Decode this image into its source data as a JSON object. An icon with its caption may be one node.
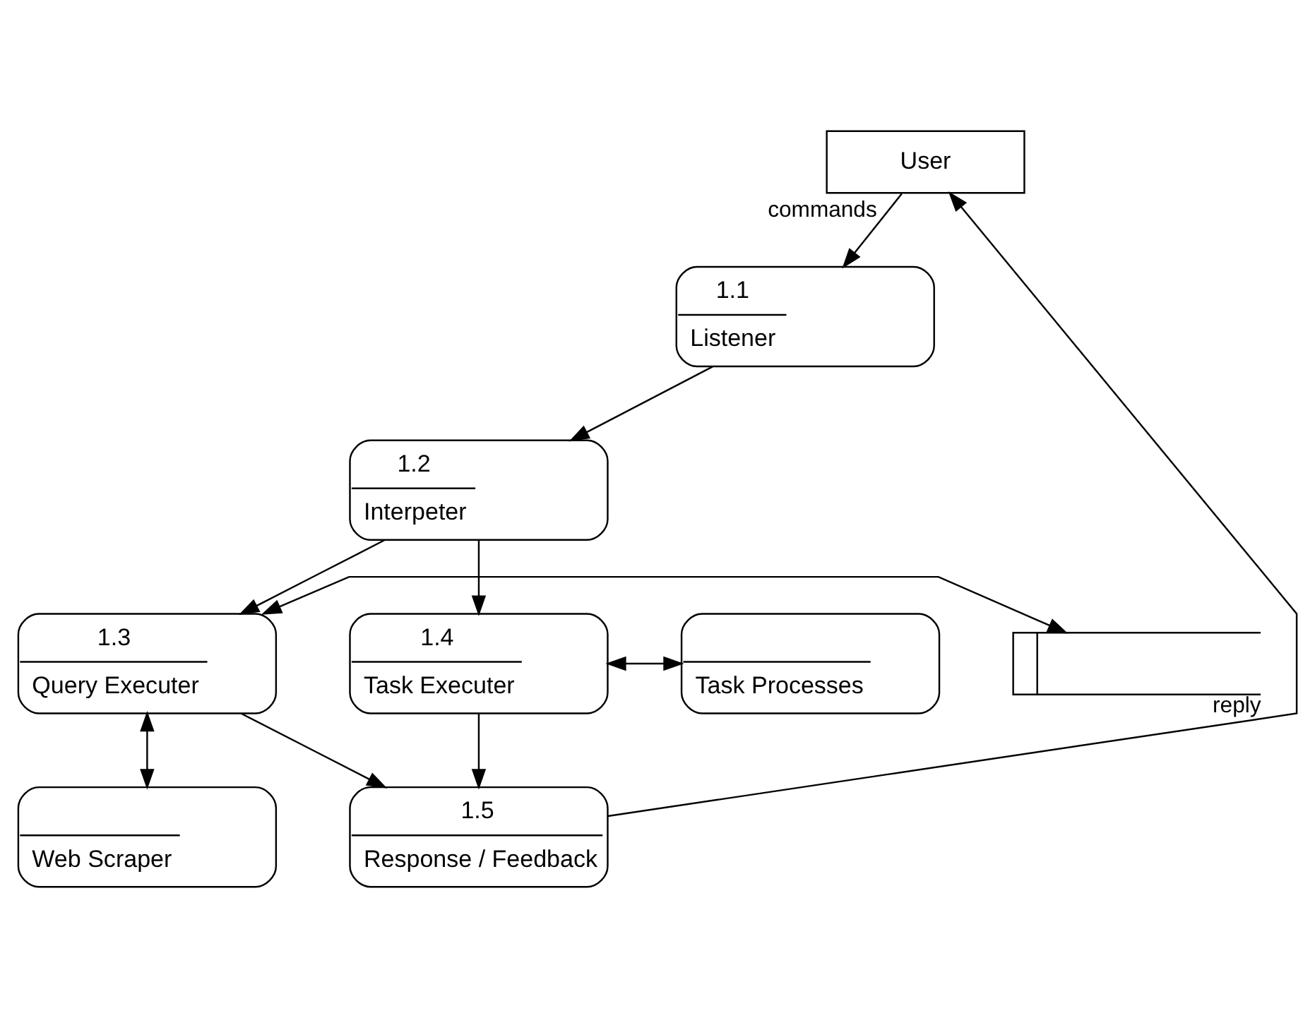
{
  "diagram": {
    "nodes": [
      {
        "text": [
          "User"
        ]
      },
      {
        "text": [
          "1.1",
          "Listener"
        ]
      },
      {
        "text": [
          "1.2",
          "Interpeter"
        ]
      },
      {
        "text": [],
        "shape": "box"
      },
      {
        "text": [
          "1.3",
          "Query Executer"
        ]
      },
      {
        "text": [
          "1.4",
          "Task Executer"
        ]
      },
      {
        "text": [
          "Task Processes"
        ]
      },
      {
        "text": [
          "Web Scraper"
        ]
      },
      {
        "text": [
          "1.5",
          "Response / Feedback"
        ]
      }
    ],
    "edges": [
      {
        "from": 0,
        "to": 1,
        "arrow": "to",
        "label": "commands"
      },
      {
        "from": 1,
        "to": 2,
        "arrow": "to"
      },
      {
        "from": 2,
        "to": 4,
        "arrow": "to"
      },
      {
        "from": 2,
        "to": 5,
        "arrow": "to"
      },
      {
        "from": 3,
        "to": 4,
        "arrow": "both"
      },
      {
        "from": 7,
        "to": 4,
        "arrow": "both"
      },
      {
        "from": 5,
        "to": 6,
        "arrow": "both"
      },
      {
        "from": 4,
        "to": 8,
        "arrow": "to"
      },
      {
        "from": 5,
        "to": 8,
        "arrow": "to"
      },
      {
        "from": 8,
        "to": 0,
        "arrow": "to",
        "label": "reply"
      }
    ]
  }
}
